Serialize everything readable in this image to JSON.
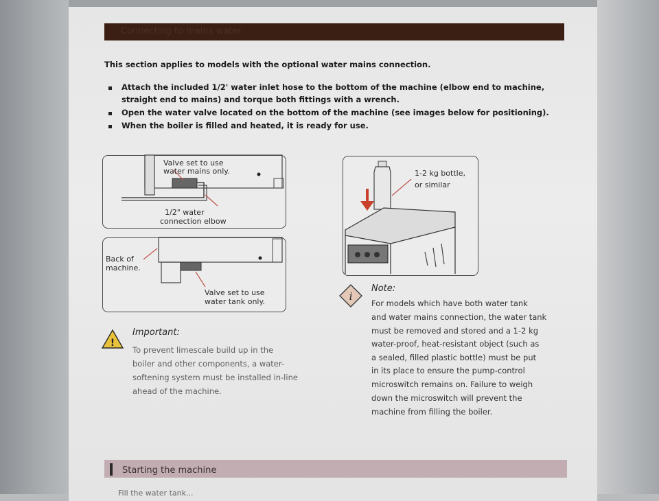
{
  "section_title": "Connecting to mains water",
  "intro": "This section applies to models with the optional water mains connection.",
  "bullets": [
    "Attach the included 1/2' water inlet hose to the bottom of the machine (elbow end to machine,",
    "straight end to mains) and torque both fittings with a wrench.",
    "Open the water valve located on the bottom of the machine (see images below for positioning).",
    "When the boiler is filled and heated, it is ready for use."
  ],
  "diagram1": {
    "label_valve": [
      "Valve set to use",
      "water mains only."
    ],
    "label_elbow": [
      "1/2\" water",
      "connection elbow"
    ]
  },
  "diagram2": {
    "label_back": [
      "Back of",
      "machine."
    ],
    "label_valve": [
      "Valve set to use",
      "water tank only."
    ]
  },
  "diagram3": {
    "label_bottle": [
      "1-2 kg bottle,",
      "or similar"
    ]
  },
  "important": {
    "heading": "Important:",
    "lines": [
      "To prevent limescale build up in the",
      "boiler and other components, a water-",
      "softening system must be installed in-line",
      "ahead of the machine."
    ]
  },
  "note": {
    "heading": "Note:",
    "lines": [
      "For models which have both water tank",
      "and water mains connection, the water tank",
      "must be removed and stored and a 1-2 kg",
      "water-proof, heat-resistant object (such as",
      "a sealed, filled plastic bottle) must be put",
      "in its place to ensure the pump-control",
      "microswitch remains on. Failure to weigh",
      "down the microswitch will prevent the",
      "machine from filling the boiler."
    ]
  },
  "next_section_title": "Starting the machine",
  "next_line": "Fill the water tank..."
}
